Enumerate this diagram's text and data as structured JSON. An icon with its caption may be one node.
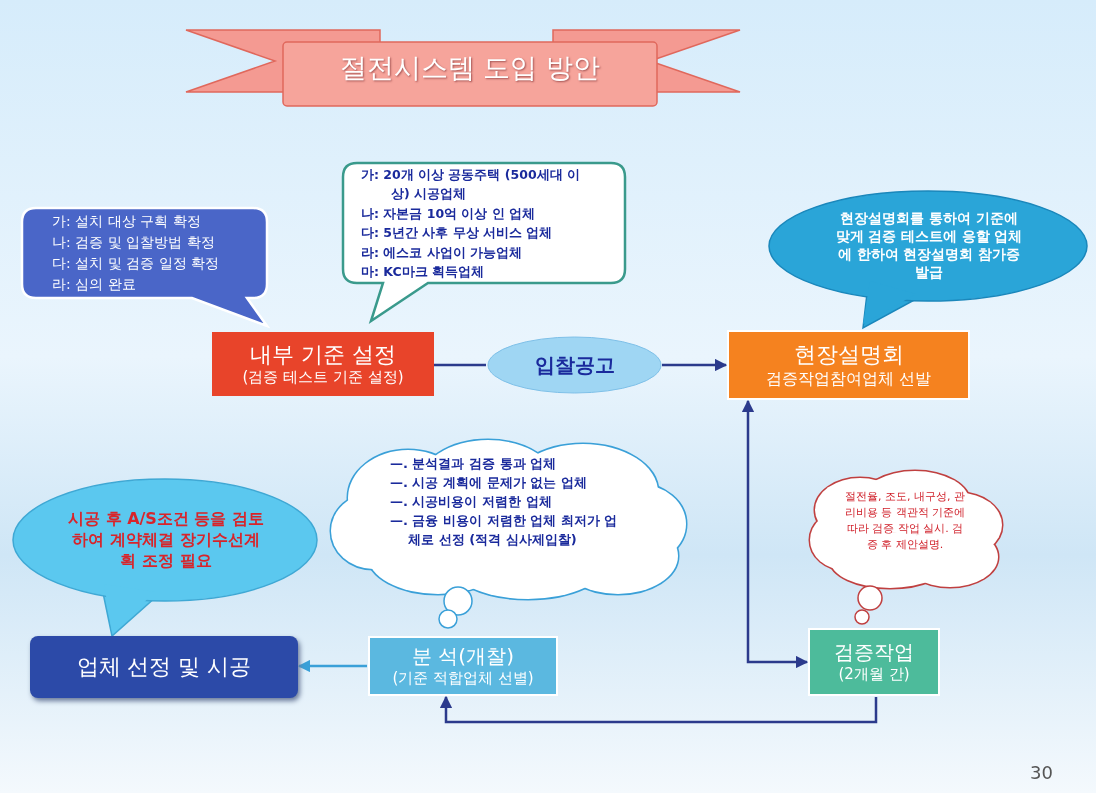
{
  "diagram": {
    "title": "절전시스템 도입 방안",
    "nodes": [
      {
        "text": [
          "가: 설치 대상 구획 확정",
          "나: 검증 및 입찰방법 확정",
          "다: 설치 및 검증 일정 확정",
          "라: 심의 완료"
        ]
      },
      {
        "text": [
          "가: 20개 이상 공동주택 (500세대 이상) 시공업체",
          "나: 자본금 10억 이상 인 업체",
          "다: 5년간 사후 무상 서비스 업체",
          "라: 에스코 사업이 가능업체",
          "마: KC마크 획득업체"
        ]
      },
      {
        "text": [
          "내부 기준 설정",
          "(검증 테스트 기준 설정)"
        ]
      },
      {
        "text": [
          "입찰공고"
        ]
      },
      {
        "text": [
          "현장설명회를 통하여 기준에 맞게 검증 테스트에 응할 업체에 한하여 현장설명회 참가증 발급"
        ]
      },
      {
        "text": [
          "현장설명회",
          "검증작업참여업체 선발"
        ]
      },
      {
        "text": [
          "—. 분석결과 검증 통과 업체",
          "—. 시공 계획에 문제가 없는 업체",
          "—. 시공비용이 저렴한 업체",
          "—. 금융 비용이 저렴한 업체 최저가 업체로 선정 (적격 심사제입찰)"
        ]
      },
      {
        "text": [
          "절전율, 조도, 내구성, 관리비용 등 객관적 기준에 따라 검증 작업 실시. 검증 후 제안설명."
        ]
      },
      {
        "text": [
          "시공 후 A/S조건 등을 검토하여 계약체결 장기수선계획 조정 필요"
        ]
      },
      {
        "text": [
          "업체 선정 및 시공"
        ]
      },
      {
        "text": [
          "분 석(개찰)",
          "(기준 적합업체 선별)"
        ]
      },
      {
        "text": [
          "검증작업",
          "(2개월 간)"
        ]
      }
    ],
    "edges": [
      {
        "from": 2,
        "to": 3,
        "arrow": "none"
      },
      {
        "from": 3,
        "to": 5,
        "arrow": "to"
      },
      {
        "from": 5,
        "to": 11,
        "arrow": "both"
      },
      {
        "from": 11,
        "to": 10,
        "arrow": "to"
      },
      {
        "from": 10,
        "to": 9,
        "arrow": "to",
        "color": "#3aa0d8"
      }
    ],
    "labels": [
      "30"
    ]
  }
}
